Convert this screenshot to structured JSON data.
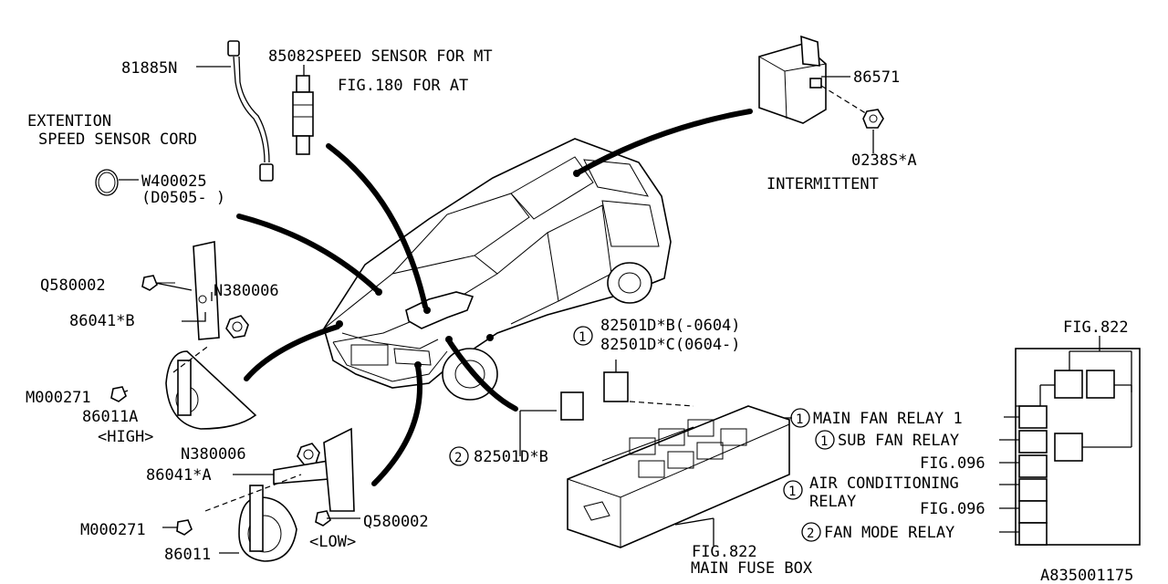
{
  "callouts": {
    "p81885n": "81885N",
    "extension_line1": "EXTENTION",
    "extension_line2": "SPEED SENSOR CORD",
    "w400025": "W400025",
    "d0505": "(D0505-  )",
    "p85082": "85082SPEED SENSOR FOR MT",
    "fig180": "FIG.180 FOR AT",
    "p86571": "86571",
    "p0238s": "0238S*A",
    "intermittent": "INTERMITTENT",
    "q580002_top": "Q580002",
    "n380006_top": "N380006",
    "p86041b": "86041*B",
    "m000271_top": "M000271",
    "p86011a": "86011A",
    "high": "<HIGH>",
    "n380006_bot": "N380006",
    "p86041a": "86041*A",
    "m000271_bot": "M000271",
    "q580002_bot": "Q580002",
    "p86011": "86011",
    "low": "<LOW>",
    "relay_b": "82501D*B(-0604)",
    "relay_c": "82501D*C(0604-)",
    "relay_b2": "82501D*B",
    "fig822_bot": "FIG.822",
    "main_fuse_box": "MAIN FUSE BOX",
    "fig822_top": "FIG.822",
    "main_fan_relay": "MAIN FAN RELAY 1",
    "sub_fan_relay": "SUB FAN RELAY",
    "fig096_a": "FIG.096",
    "air_cond": "AIR CONDITIONING",
    "relay_word": "RELAY",
    "fig096_b": "FIG.096",
    "fan_mode_relay": "FAN MODE RELAY",
    "ref_code": "A835001175"
  },
  "markers": {
    "one": "1",
    "two": "2"
  }
}
